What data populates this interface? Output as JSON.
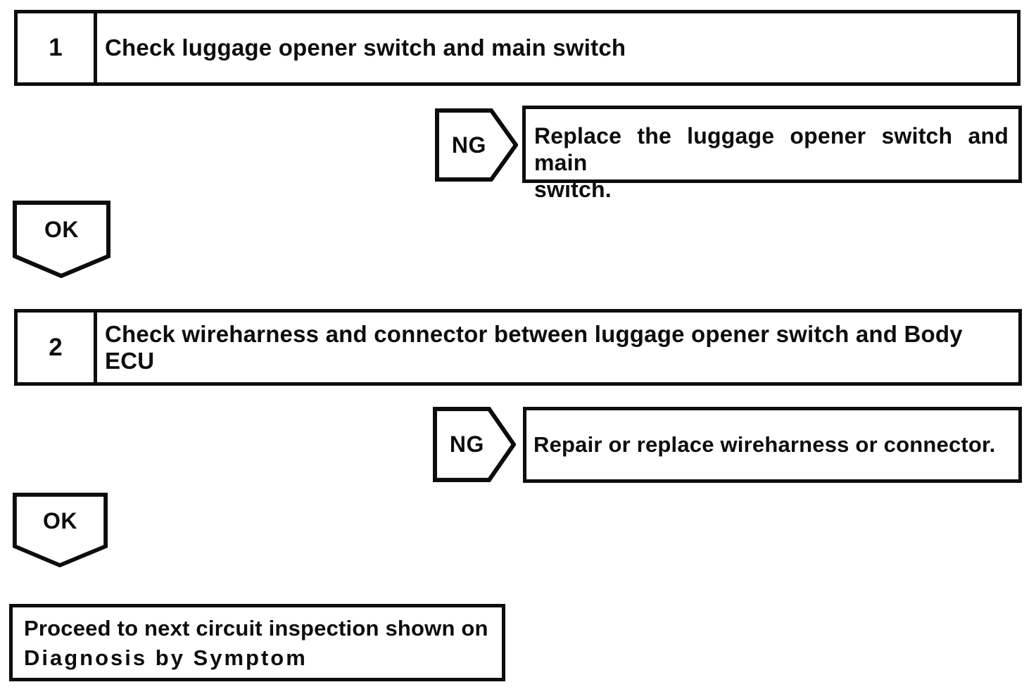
{
  "page": {
    "background": "#ffffff",
    "ink": "#0d0d0d"
  },
  "flow": {
    "step1": {
      "number": "1",
      "title": "Check luggage opener switch and main switch",
      "ng_label": "NG",
      "ng_action_lines": {
        "0": "Replace the luggage opener switch and main",
        "1": "switch."
      },
      "ok_label": "OK"
    },
    "step2": {
      "number": "2",
      "title_lines": {
        "0": "Check wireharness and connector between luggage opener switch and Body",
        "1": "ECU"
      },
      "ng_label": "NG",
      "ng_action": "Repair or replace wireharness or connector.",
      "ok_label": "OK"
    },
    "terminal": {
      "lines": {
        "0": "Proceed to next circuit inspection shown on",
        "1": "Diagnosis by Symptom"
      }
    }
  }
}
